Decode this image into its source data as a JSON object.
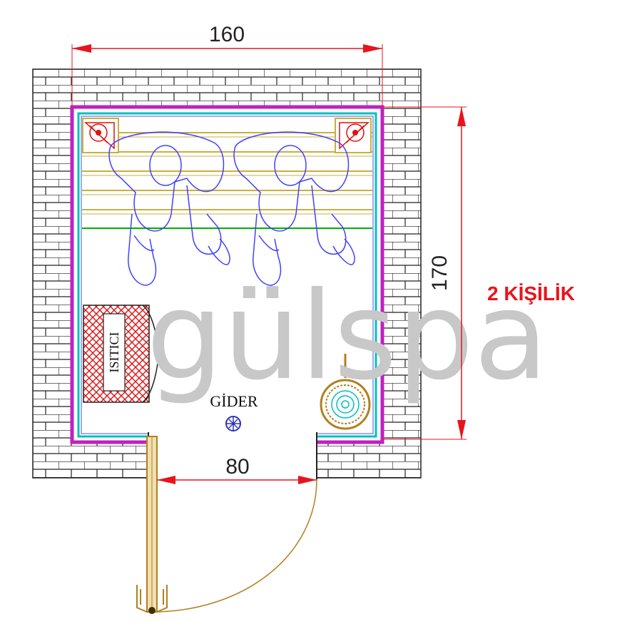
{
  "dimensions": {
    "width_label": "160",
    "height_label": "170",
    "door_label": "80"
  },
  "labels": {
    "capacity": "2 KİŞİLİK",
    "drain": "GİDER",
    "heater": "ISITICI",
    "watermark": "gülspa"
  },
  "colors": {
    "dimension_line": "#e8141c",
    "capacity_text": "#e8141c",
    "inner_wall_outer": "#c020c0",
    "inner_wall_inner": "#00c0c0",
    "bench_lines": "#c8b040",
    "bench_front": "#00b000",
    "figures": "#4040ff",
    "door": "#b08020",
    "watermark": "#c8c8c8",
    "heater_red": "#e01010",
    "drain": "#3030c0"
  }
}
